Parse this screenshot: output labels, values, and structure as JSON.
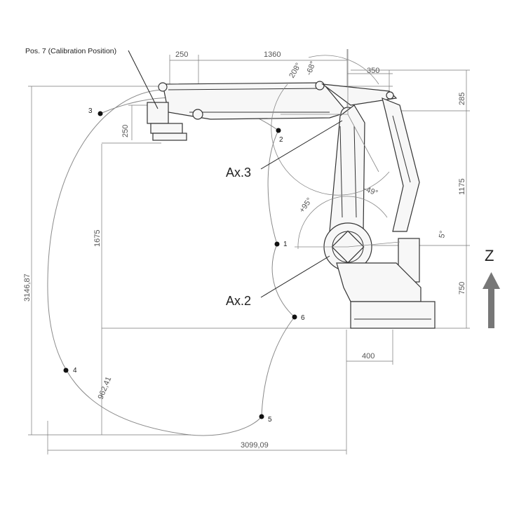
{
  "calibration_label": "Pos. 7 (Calibration Position)",
  "dimensions": {
    "top_250": "250",
    "top_1360": "1360",
    "top_350": "350",
    "tool_250": "250",
    "right_285": "285",
    "right_1175": "1175",
    "right_750": "750",
    "left_1675": "1675",
    "left_3146": "3146,87",
    "diag_962": "962,41",
    "bottom_3099": "3099,09",
    "base_400": "400"
  },
  "angles": {
    "a_208": "208°",
    "a_68": "-68°",
    "a_95": "+95°",
    "a_49": "-49°",
    "a_5": "5°"
  },
  "positions": [
    "1",
    "2",
    "3",
    "4",
    "5",
    "6"
  ],
  "axis_labels": {
    "ax3": "Ax.3",
    "ax2": "Ax.2",
    "z": "Z"
  }
}
